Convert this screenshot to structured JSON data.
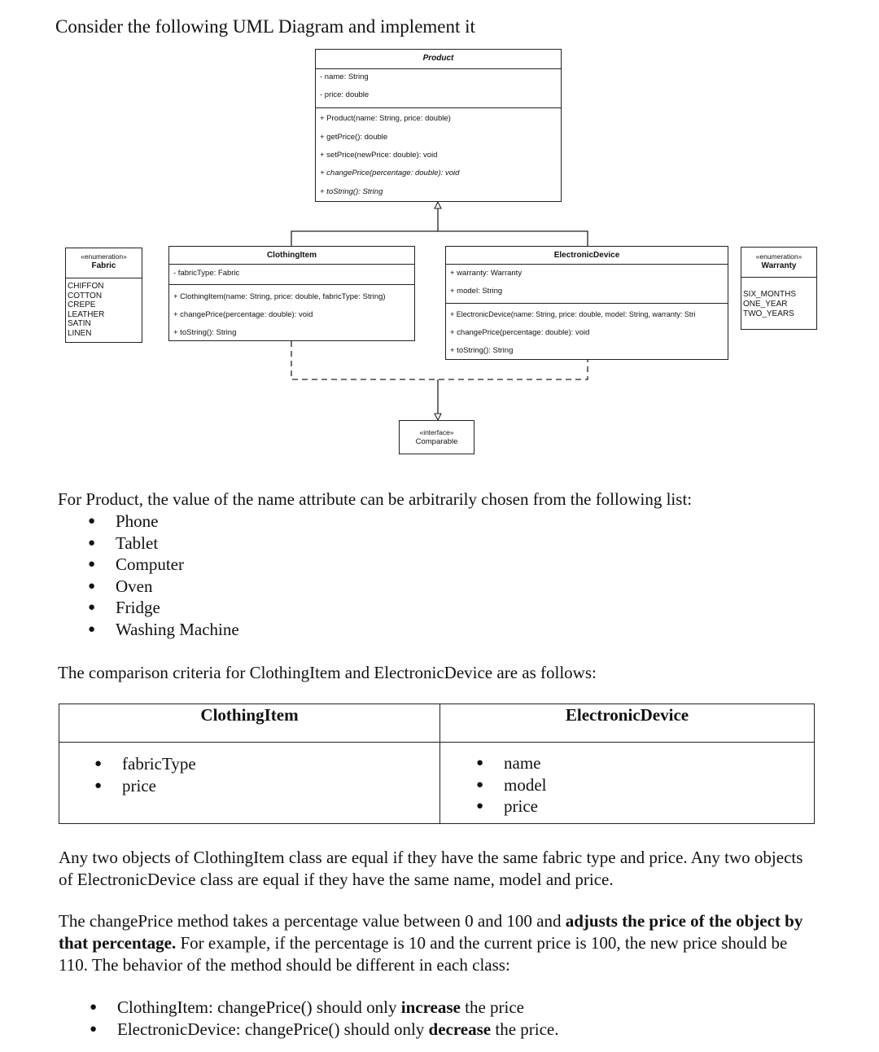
{
  "heading": "Consider the following UML Diagram and implement it",
  "uml": {
    "product": {
      "name": "Product",
      "attributes": [
        "- name: String",
        "- price: double"
      ],
      "methods": [
        {
          "text": "+ Product(name: String, price: double)",
          "italic": false
        },
        {
          "text": "+ getPrice(): double",
          "italic": false
        },
        {
          "text": "+ setPrice(newPrice: double): void",
          "italic": false
        },
        {
          "text": "+ changePrice(percentage: double): void",
          "italic": true
        },
        {
          "text": "+ toString(): String",
          "italic": true
        }
      ]
    },
    "fabric_enum": {
      "stereotype": "«enumeration»",
      "name": "Fabric",
      "values": [
        "CHIFFON",
        "COTTON",
        "CREPE",
        "LEATHER",
        "SATIN",
        "LINEN"
      ]
    },
    "clothing_item": {
      "name": "ClothingItem",
      "attributes": [
        "- fabricType: Fabric"
      ],
      "methods": [
        "+ ClothingItem(name: String, price: double, fabricType: String)",
        "+ changePrice(percentage: double): void",
        "+ toString(): String"
      ]
    },
    "electronic_device": {
      "name": "ElectronicDevice",
      "attributes": [
        "+ warranty: Warranty",
        "+ model: String"
      ],
      "methods": [
        "+ ElectronicDevice(name: String, price: double, model: String, warranty: Stri",
        "+ changePrice(percentage: double): void",
        "+ toString(): String"
      ]
    },
    "warranty_enum": {
      "stereotype": "«enumeration»",
      "name": "Warranty",
      "values": [
        "SIX_MONTHS",
        "ONE_YEAR",
        "TWO_YEARS"
      ]
    },
    "comparable": {
      "stereotype": "«interface»",
      "name": "Comparable"
    }
  },
  "names_intro": "For Product, the value of the name attribute can be arbitrarily chosen from the following list:",
  "names": [
    "Phone",
    "Tablet",
    "Computer",
    "Oven",
    "Fridge",
    "Washing Machine"
  ],
  "criteria_intro": "The comparison criteria for ClothingItem and ElectronicDevice are as follows:",
  "criteria_table": {
    "headers": [
      "ClothingItem",
      "ElectronicDevice"
    ],
    "clothing_item": [
      "fabricType",
      "price"
    ],
    "electronic_device": [
      "name",
      "model",
      "price"
    ]
  },
  "equality_text": "Any two objects of ClothingItem class are equal if they have the same fabric type and price. Any two objects of ElectronicDevice class are equal if they have the same name, model and price.",
  "change_price": {
    "part1": "The changePrice method takes a percentage value between 0 and 100 and ",
    "bold1": "adjusts the price of the object by that percentage.",
    "part2": " For example, if the percentage is 10 and the current price is 100, the new price should be 110. The behavior of the method should be different in each class:"
  },
  "behaviors": [
    {
      "pre": "ClothingItem: changePrice() should only ",
      "bold": "increase",
      "post": " the price"
    },
    {
      "pre": "ElectronicDevice: changePrice() should only ",
      "bold": "decrease",
      "post": " the price."
    }
  ]
}
